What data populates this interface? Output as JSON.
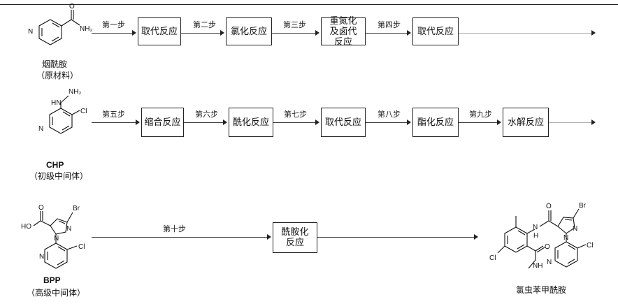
{
  "compounds": {
    "nicotinamide": {
      "name": "烟酰胺",
      "note": "（原材料）"
    },
    "chp": {
      "code": "CHP",
      "note": "（初级中间体）"
    },
    "bpp": {
      "code": "BPP",
      "note": "（高级中间体）"
    },
    "product": {
      "name": "氯虫苯甲酰胺"
    }
  },
  "row1": {
    "steps": [
      "第一步",
      "第二步",
      "第三步",
      "第四步"
    ],
    "boxes": [
      "取代反应",
      "氯化反应",
      "重氮化及卤代反应",
      "取代反应"
    ]
  },
  "row2": {
    "steps": [
      "第五步",
      "第六步",
      "第七步",
      "第八步",
      "第九步"
    ],
    "boxes": [
      "缩合反应",
      "酰化反应",
      "取代反应",
      "酯化反应",
      "水解反应"
    ]
  },
  "row3": {
    "step": "第十步",
    "box": "酰胺化反应"
  },
  "atoms": {
    "N": "N",
    "NH2": "NH₂",
    "O": "O",
    "HN": "HN",
    "Cl": "Cl",
    "Br": "Br",
    "HO": "HO",
    "NH": "NH",
    "H": "H"
  }
}
